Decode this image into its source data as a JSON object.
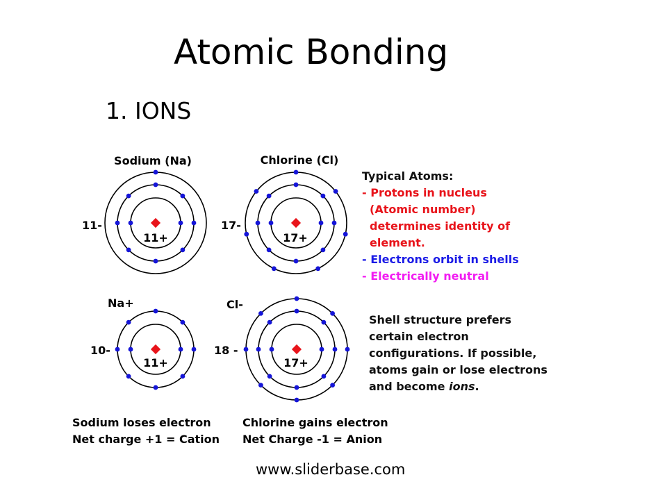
{
  "slide": {
    "title": "Atomic Bonding",
    "subtitle": "1. IONS",
    "footer": "www.sliderbase.com"
  },
  "atoms": {
    "sodium": {
      "label": "Sodium (Na)",
      "electrons": "11-",
      "nucleus": "11+"
    },
    "chlorine": {
      "label": "Chlorine (Cl)",
      "electrons": "17-",
      "nucleus": "17+"
    },
    "sodium_ion": {
      "label": "Na+",
      "electrons": "10-",
      "nucleus": "11+"
    },
    "chloride_ion": {
      "label": "Cl-",
      "electrons": "18 -",
      "nucleus": "17+"
    }
  },
  "notes": {
    "typical_atoms": {
      "heading": "Typical Atoms:",
      "line_protons": "- Protons in nucleus",
      "line_atomic_number": "(Atomic number)",
      "line_determines": "determines identity of",
      "line_element": "element.",
      "line_electrons": "- Electrons orbit in shells",
      "line_neutral": "- Electrically neutral"
    },
    "shell_structure": {
      "line1": "Shell structure prefers",
      "line2": "certain electron",
      "line3": "configurations. If possible,",
      "line4": "atoms gain or lose electrons",
      "line5_prefix": "and become ",
      "line5_emph": "ions",
      "line5_suffix": "."
    }
  },
  "captions": {
    "sodium_line1": "Sodium loses electron",
    "sodium_line2": "Net charge +1 = Cation",
    "chlorine_line1": "Chlorine gains electron",
    "chlorine_line2": "Net Charge -1 = Anion"
  },
  "colors": {
    "nucleus": "#e8141b",
    "electron": "#1515d8",
    "shell": "#000000",
    "protons_text": "#e8141b",
    "electrons_text": "#1a1ae6",
    "neutral_text": "#f21cf2"
  }
}
